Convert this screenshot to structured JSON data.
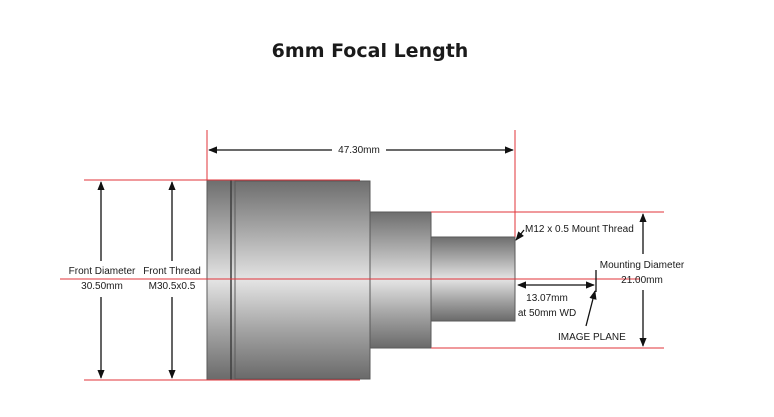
{
  "title": "6mm Focal Length",
  "dimensions": {
    "length": "47.30mm",
    "front_diameter": {
      "line1": "Front Diameter",
      "line2": "30.50mm"
    },
    "front_thread": {
      "line1": "Front Thread",
      "line2": "M30.5x0.5"
    },
    "mount_thread": "M12 x 0.5 Mount Thread",
    "mounting_diameter": {
      "line1": "Mounting Diameter",
      "line2": "21.00mm"
    },
    "working_distance": {
      "line1": "13.07mm",
      "line2": "at 50mm WD"
    },
    "image_plane": "IMAGE PLANE"
  },
  "colors": {
    "guide_line": "#e0333a",
    "dimension_line": "#111111",
    "lens_body": "#9a9a9a"
  }
}
